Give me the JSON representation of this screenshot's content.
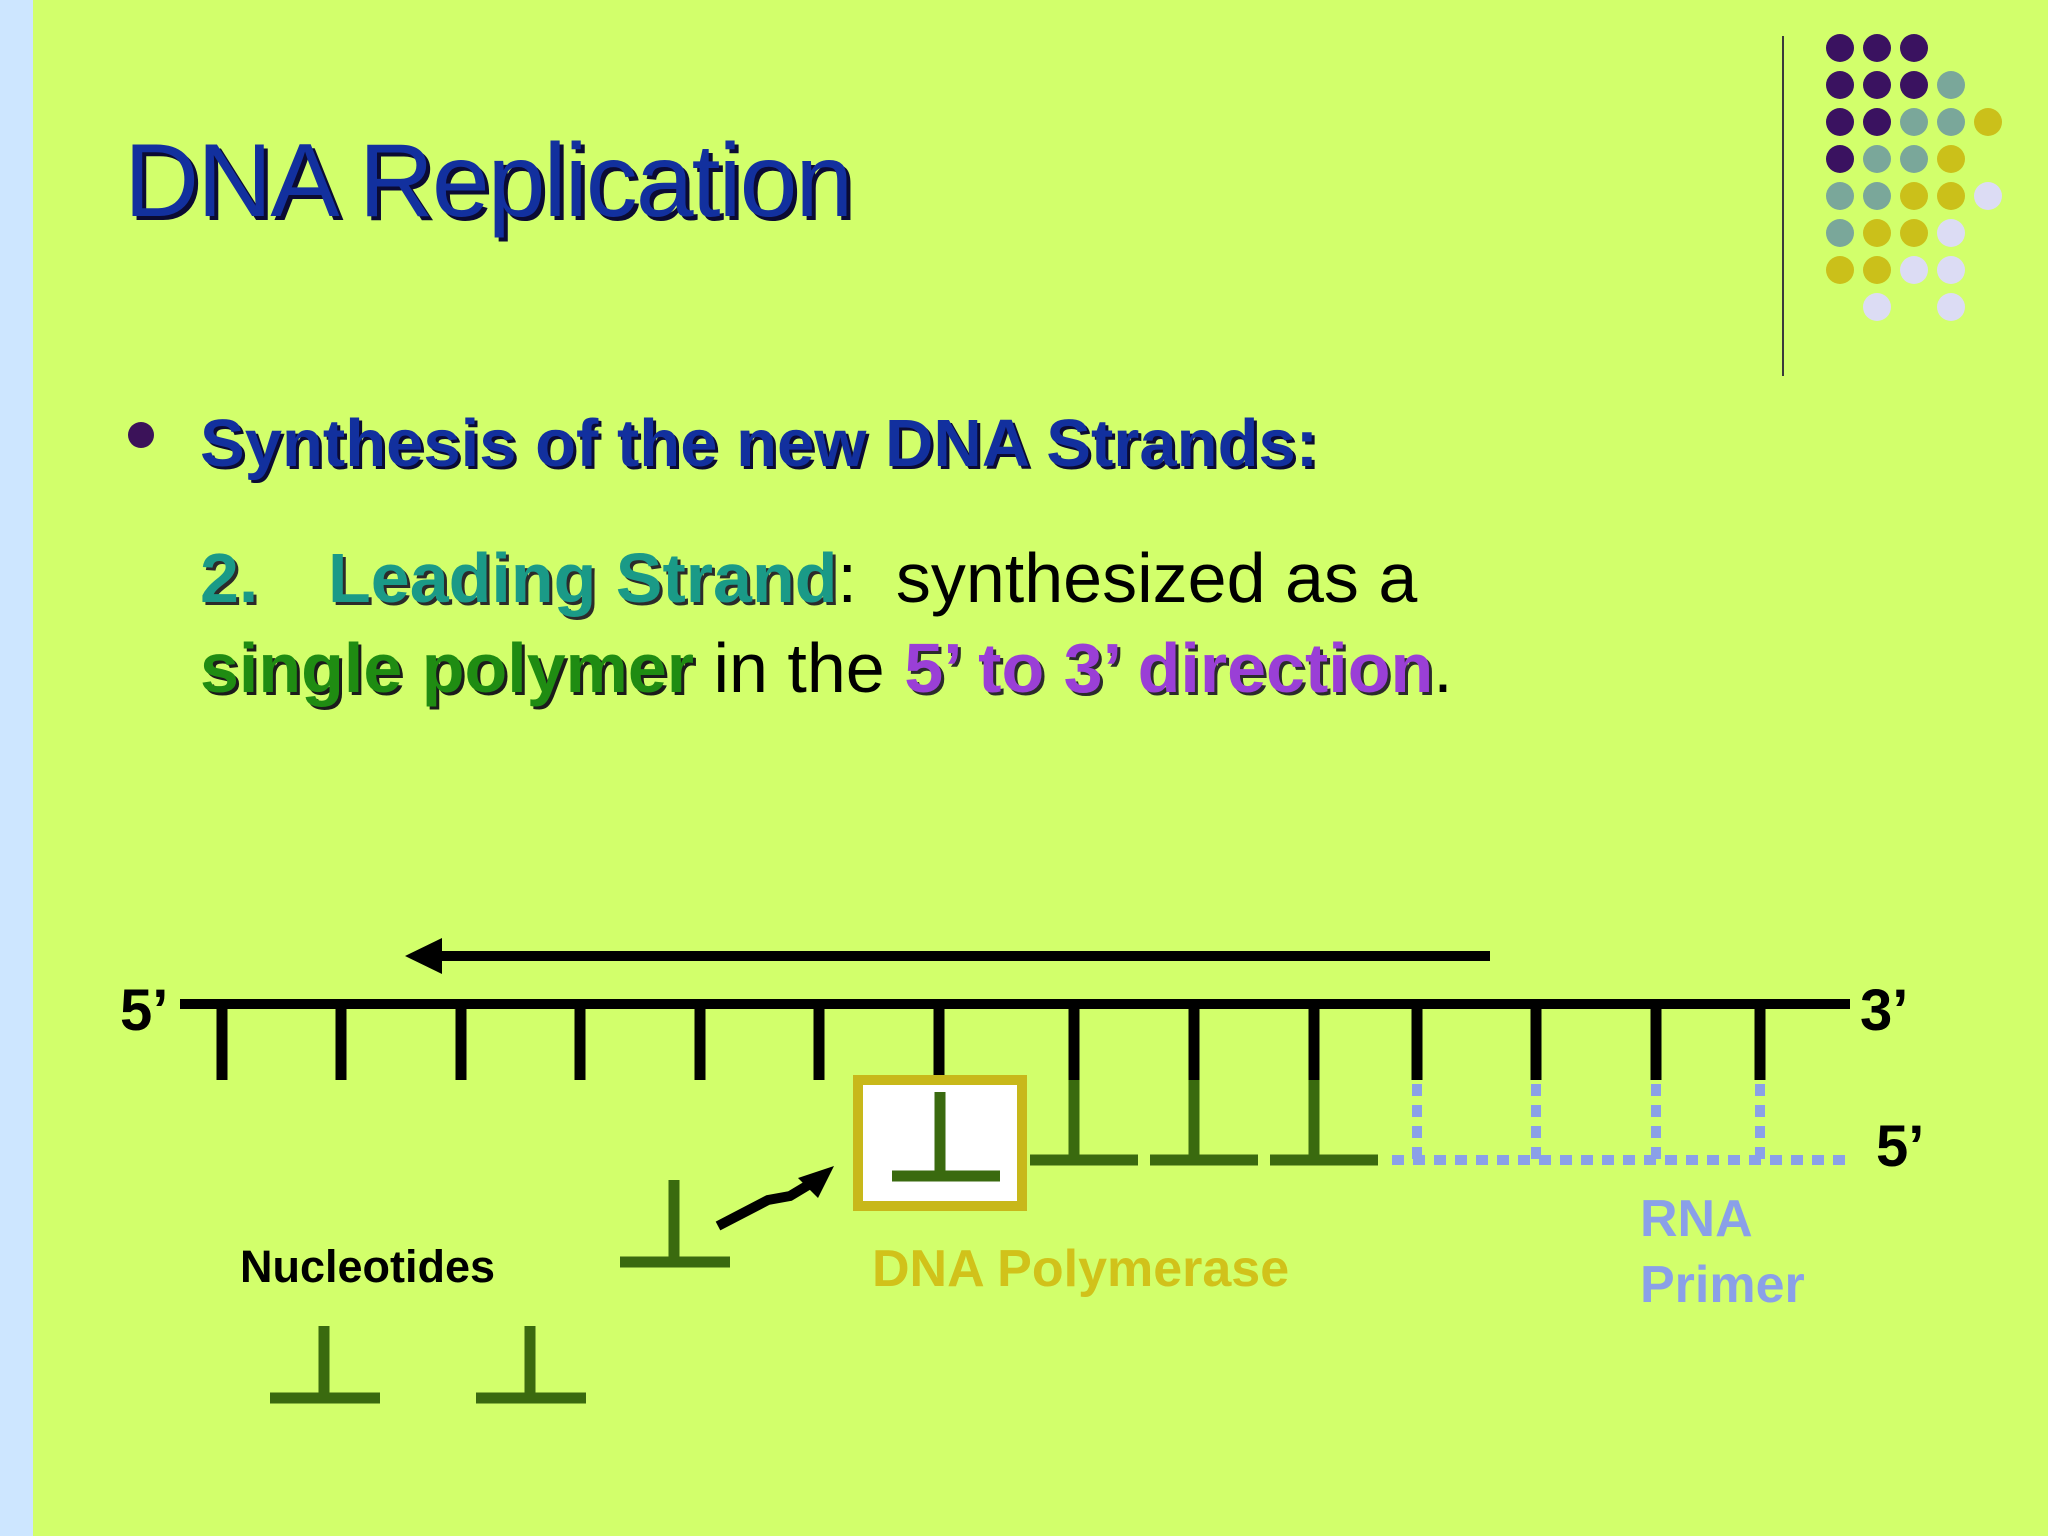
{
  "slide": {
    "title": "DNA Replication",
    "bullet": "Synthesis of the new DNA Strands:",
    "sub_number": "2.",
    "sub_term": "Leading Strand",
    "sub_colon": ":",
    "sub_text1": "synthesized as a",
    "sub_term2": "single polymer",
    "sub_text2": " in the ",
    "sub_term3": "5’ to 3’ direction",
    "sub_period": "."
  },
  "diagram": {
    "template_5prime": "5’",
    "template_3prime": "3’",
    "new_strand_5prime": "5’",
    "nucleotides_label": "Nucleotides",
    "polymerase_label": "DNA Polymerase",
    "rna_primer_line1": "RNA",
    "rna_primer_line2": "Primer",
    "colors": {
      "background": "#d2ff6b",
      "title": "#12309e",
      "nucleotide": "#3a6a0f",
      "polymerase": "#d1c21a",
      "rna_primer": "#8aa0e8",
      "leading_strand": "#1a9a87",
      "single_polymer": "#1f8c12",
      "direction": "#9a3fd6"
    },
    "template_ticks": 14,
    "new_dna_units": 4,
    "primer_units": 4,
    "free_nucleotides": 3
  }
}
